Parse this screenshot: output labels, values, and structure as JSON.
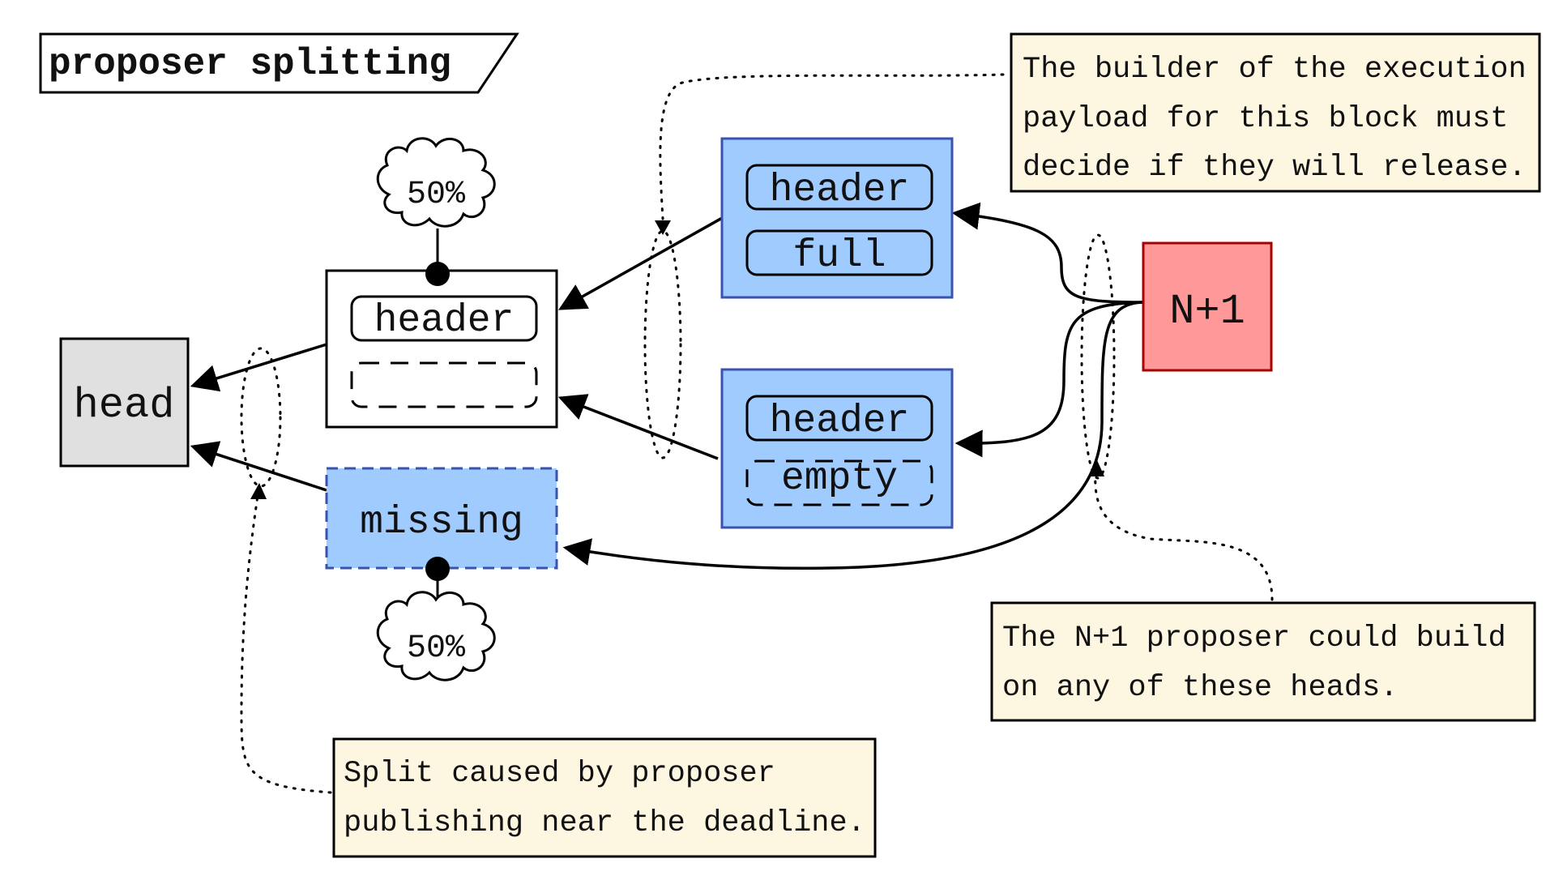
{
  "title": "proposer splitting",
  "nodes": {
    "head": "head",
    "n_plus_1": "N+1",
    "block_header": "header",
    "missing": "missing",
    "upper_candidate_header": "header",
    "upper_candidate_full": "full",
    "lower_candidate_header": "header",
    "lower_candidate_empty": "empty"
  },
  "probabilities": {
    "top": "50%",
    "bottom": "50%"
  },
  "notes": {
    "builder": [
      "The builder of the execution",
      "payload for this block must",
      "decide if they will release."
    ],
    "n_plus_1": [
      "The N+1 proposer could build",
      "on any of these heads."
    ],
    "split": [
      "Split caused by proposer",
      "publishing near the deadline."
    ]
  },
  "colors": {
    "head_fill": "#e0e0e0",
    "n_plus_1_fill": "#ff9999",
    "n_plus_1_border": "#a80000",
    "candidate_fill": "#9fcbff",
    "candidate_border": "#3a52b0",
    "note_fill": "#fdf6e0"
  }
}
